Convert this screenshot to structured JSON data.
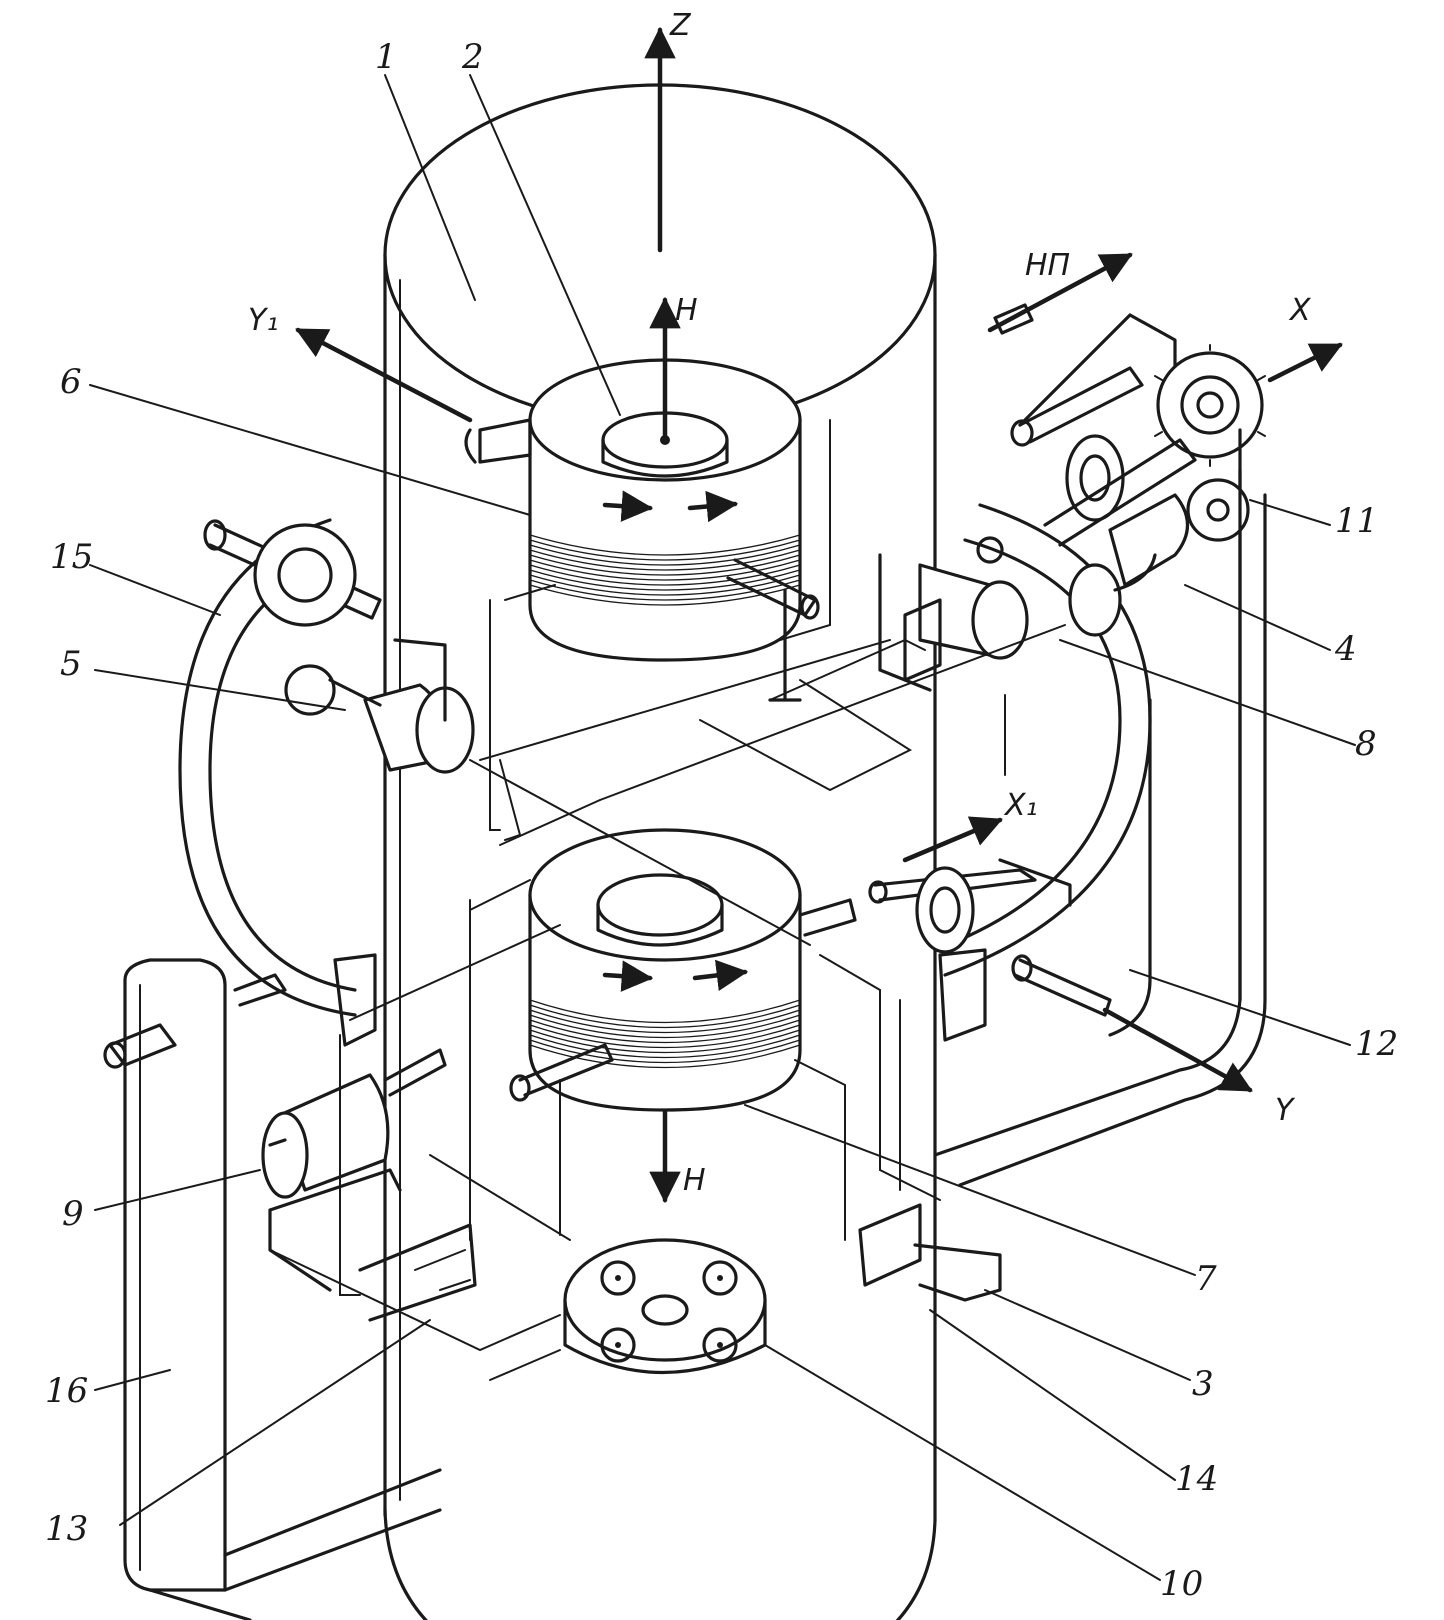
{
  "axes": {
    "z": "Z",
    "h_top": "H",
    "h_bottom": "H",
    "y1": "Y₁",
    "x": "X",
    "x1": "X₁",
    "y": "Y",
    "np": "НП"
  },
  "callouts": {
    "c1": "1",
    "c2": "2",
    "c3": "3",
    "c4": "4",
    "c5": "5",
    "c6": "6",
    "c7": "7",
    "c8": "8",
    "c9": "9",
    "c10": "10",
    "c11": "11",
    "c12": "12",
    "c13": "13",
    "c14": "14",
    "c15": "15",
    "c16": "16"
  }
}
